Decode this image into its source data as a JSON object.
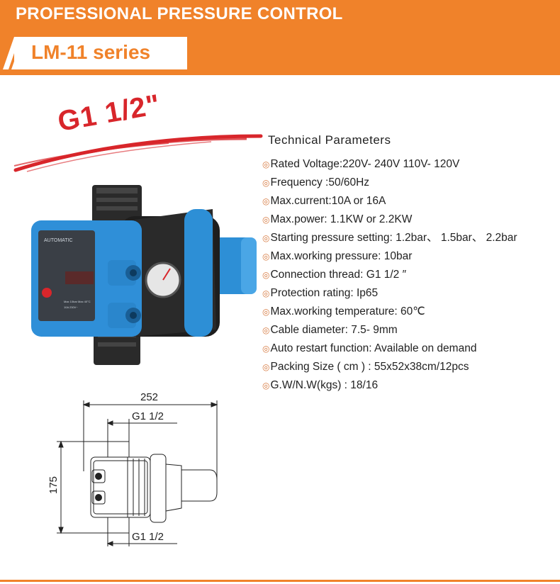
{
  "header": {
    "title": "PROFESSIONAL PRESSURE CONTROL",
    "series": "LM-11 series",
    "accent_color": "#f0822a"
  },
  "stamp": {
    "text": "G1 1/2\"",
    "color": "#d8262b"
  },
  "product_label": {
    "brand": "AUTOMATIC",
    "line1": "Max 10bar  Max 40°C",
    "line2": "10A 230V~"
  },
  "specs": {
    "title": "Technical Parameters",
    "bullet": "◎",
    "items": [
      "Rated Voltage:220V- 240V    110V- 120V",
      "Frequency :50/60Hz",
      "Max.current:10A or 16A",
      "Max.power: 1.1KW or 2.2KW",
      "Starting pressure setting: 1.2bar、 1.5bar、 2.2bar",
      "Max.working pressure: 10bar",
      "Connection thread: G1 1/2 ″",
      "Protection rating: Ip65",
      "Max.working temperature: 60℃",
      "Cable diameter: 7.5- 9mm",
      "Auto restart function: Available on demand",
      "Packing  Size ( cm ) : 55x52x38cm/12pcs",
      "G.W/N.W(kgs) : 18/16"
    ]
  },
  "drawing": {
    "width_label": "252",
    "height_label": "175",
    "top_thread": "G1 1/2",
    "bottom_thread": "G1 1/2"
  }
}
